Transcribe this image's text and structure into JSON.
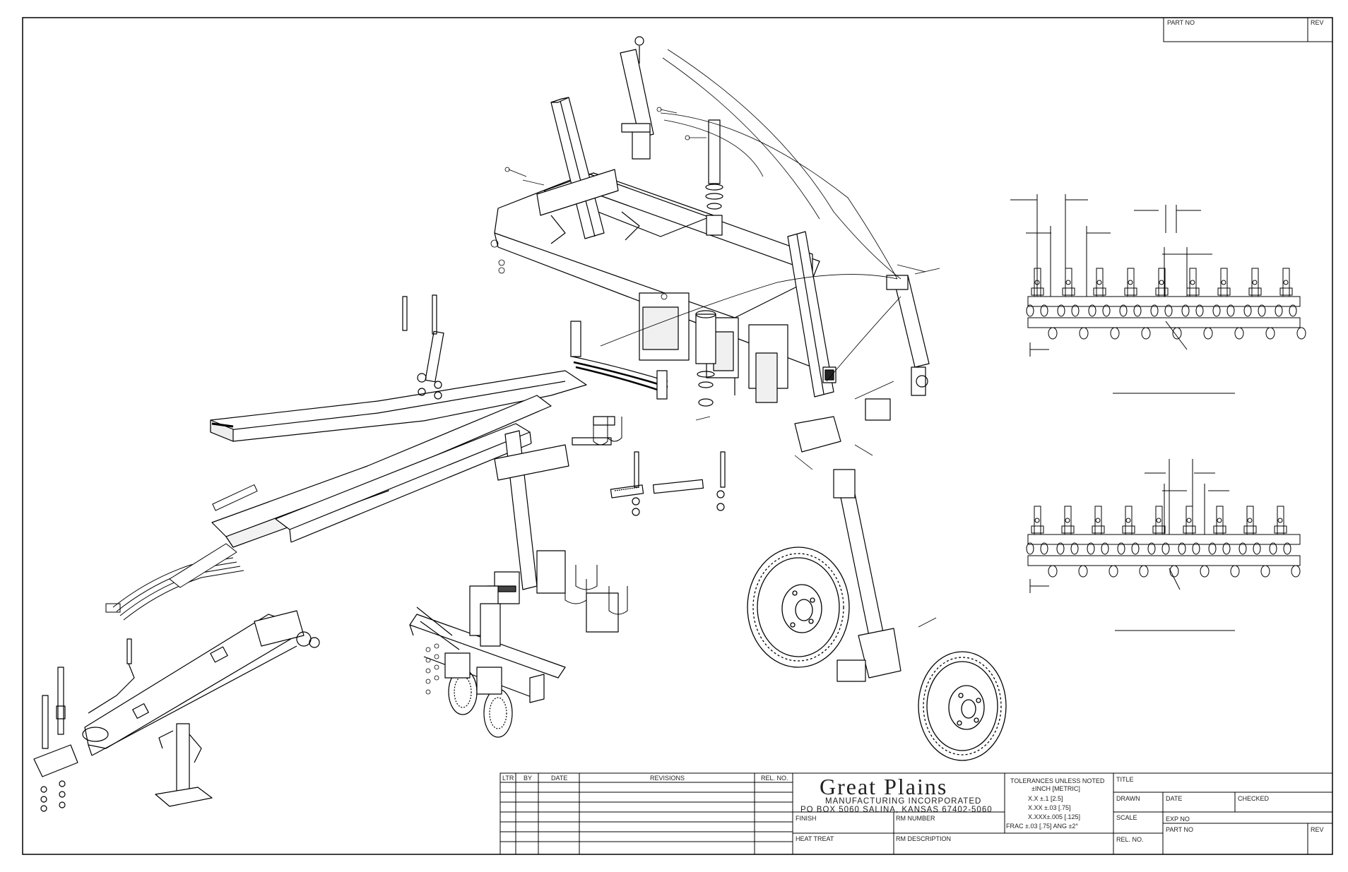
{
  "top_block": {
    "part_no_label": "PART NO",
    "rev_label": "REV"
  },
  "revisions": {
    "headers": [
      "LTR",
      "BY",
      "DATE",
      "REVISIONS",
      "REL. NO."
    ]
  },
  "company": {
    "name": "Great  Plains",
    "line1": "MANUFACTURING  INCORPORATED",
    "line2": "PO  BOX  5060    SALINA,  KANSAS  67402-5060"
  },
  "fields": {
    "finish": "FINISH",
    "rm_number": "RM NUMBER",
    "heat_treat": "HEAT TREAT",
    "rm_description": "RM DESCRIPTION"
  },
  "tolerances": {
    "title": "TOLERANCES UNLESS NOTED",
    "units": "±INCH [METRIC]",
    "lines": [
      "X.X    ±.1  [2.5]",
      "X.XX  ±.03  [.75]",
      "X.XXX±.005  [.125]",
      "FRAC ±.03  [.75]    ANG ±2°"
    ]
  },
  "right_block": {
    "title": "TITLE",
    "drawn": "DRAWN",
    "date": "DATE",
    "checked": "CHECKED",
    "scale": "SCALE",
    "exp_no": "EXP NO",
    "rel_no": "REL. NO.",
    "part_no": "PART NO",
    "rev": "REV"
  },
  "icons": [
    "isometric-implement-drawing",
    "plan-view-diagram",
    "wheel-icon"
  ]
}
